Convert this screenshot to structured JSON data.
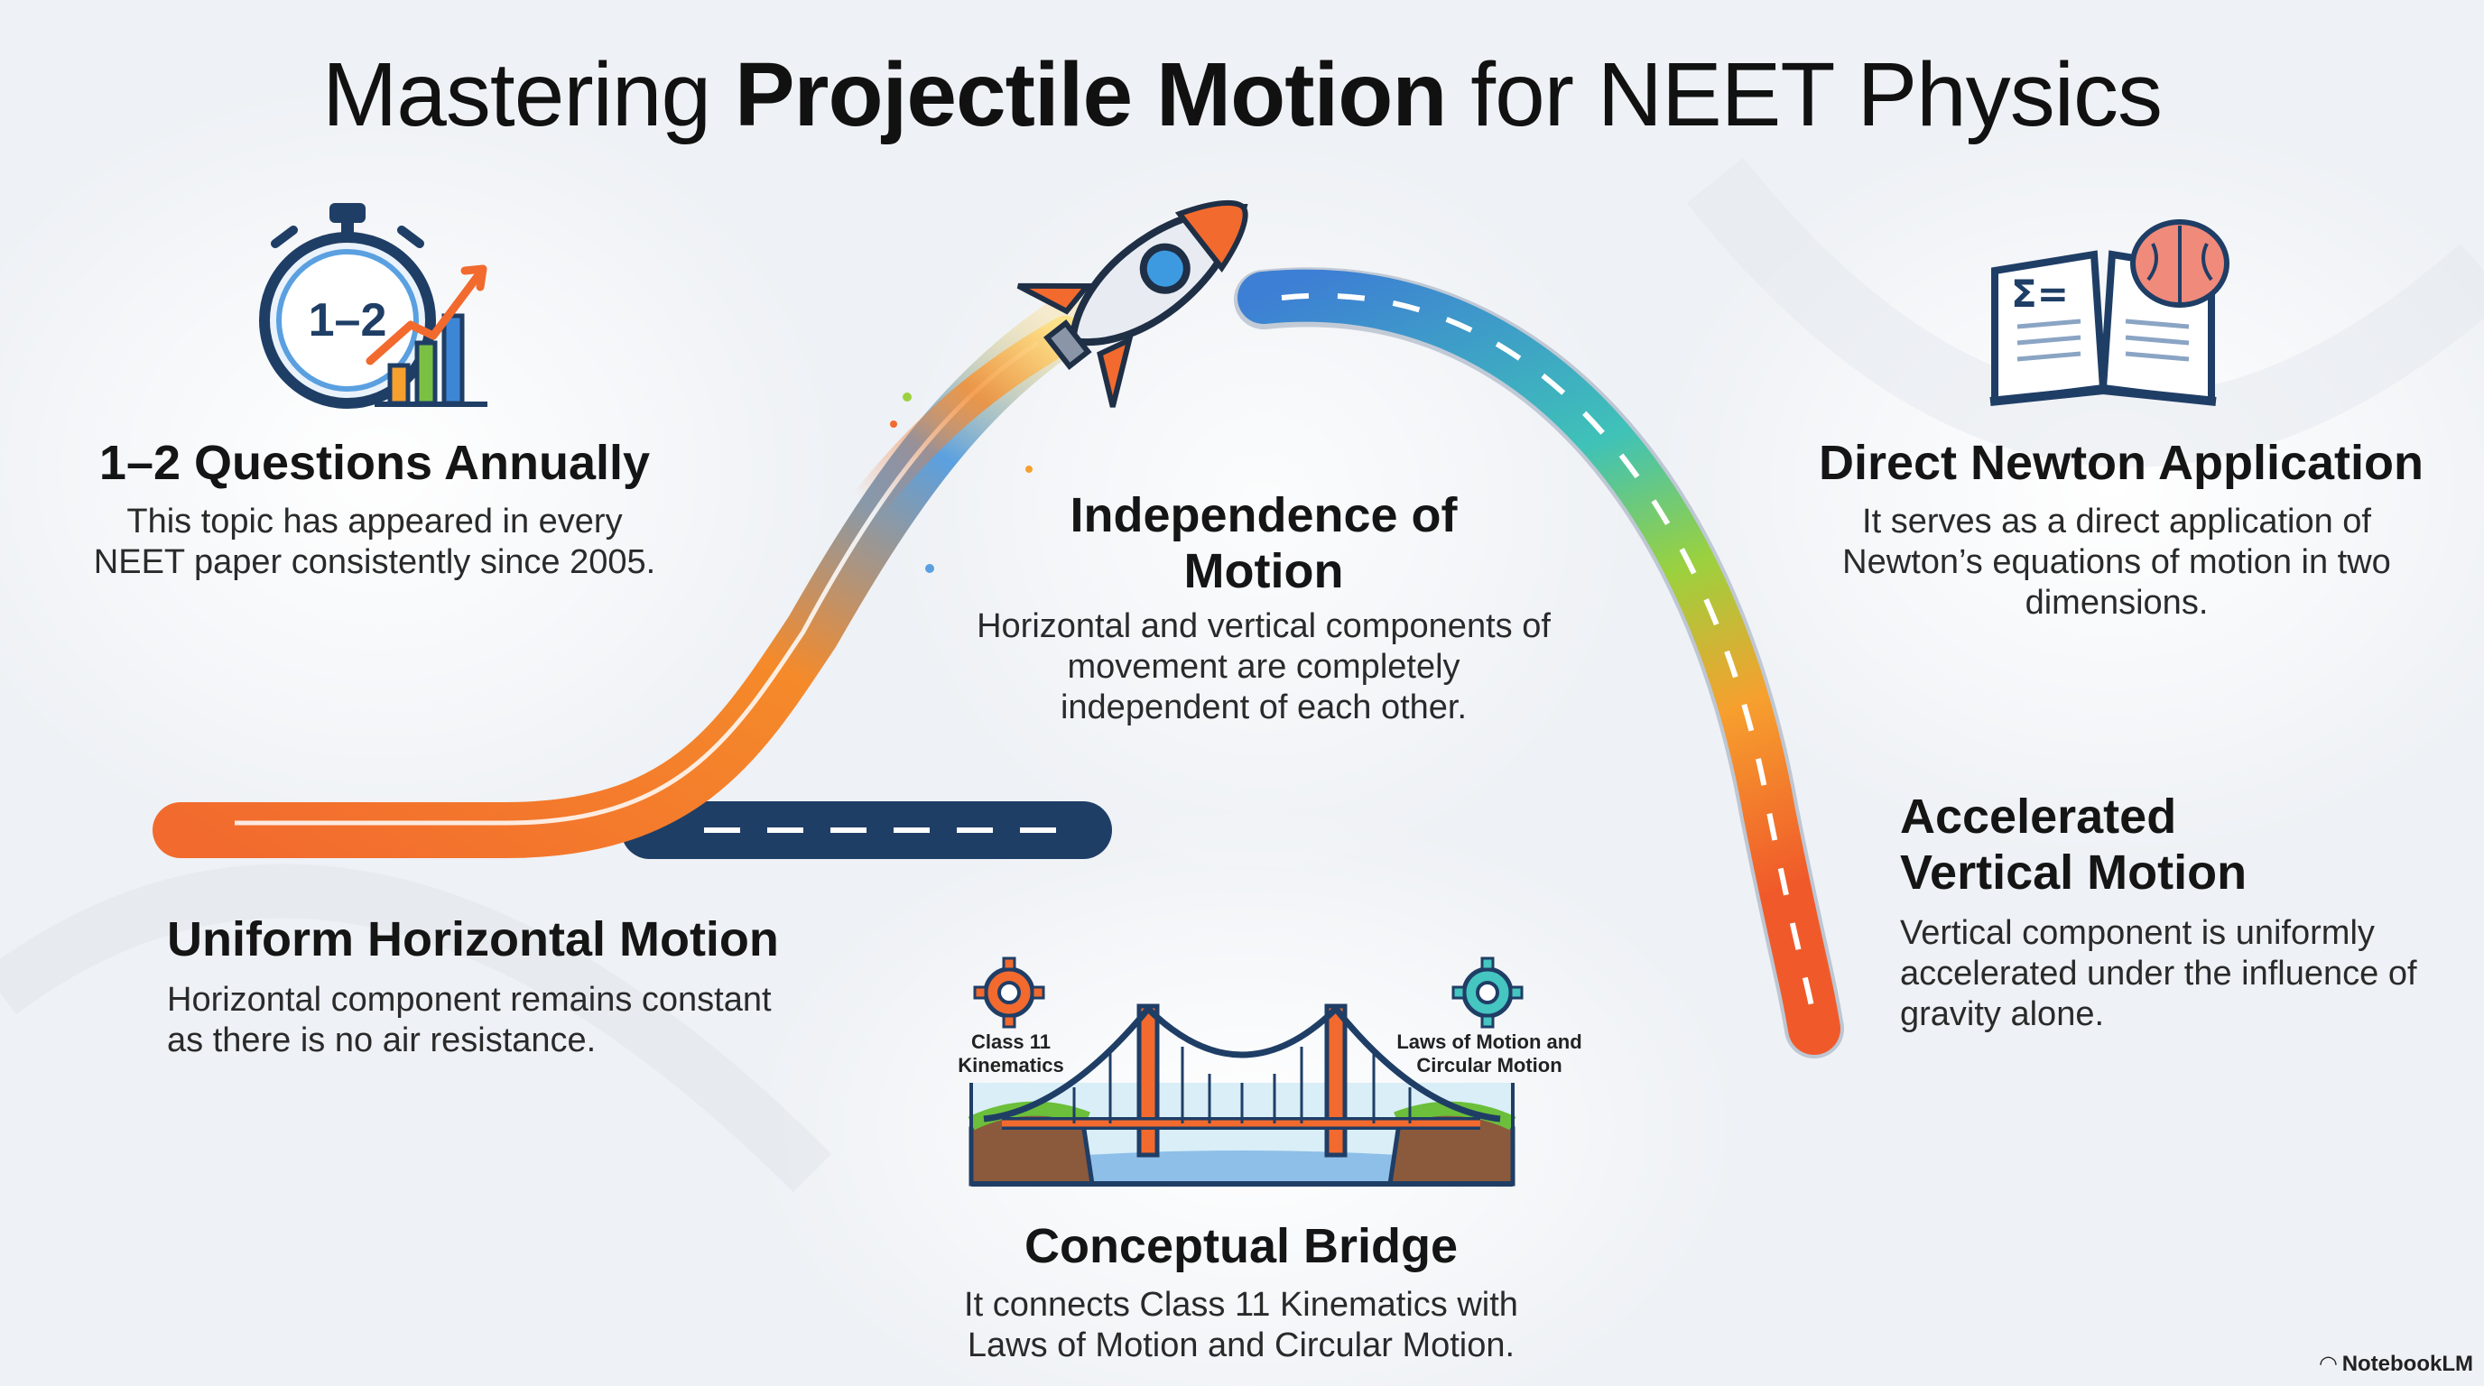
{
  "title": {
    "prefix": "Mastering",
    "bold": "Projectile Motion",
    "suffix": "for NEET Physics"
  },
  "sections": {
    "questions": {
      "icon": "stopwatch-chart-icon",
      "icon_text": "1–2",
      "heading": "1–2 Questions Annually",
      "body": "This topic has appeared in every NEET paper consistently since 2005."
    },
    "independence": {
      "heading": "Independence of Motion",
      "body": "Horizontal and vertical components of movement are completely independent of each other."
    },
    "newton": {
      "icon": "book-brain-icon",
      "heading": "Direct Newton Application",
      "body": "It serves as a direct application of Newton’s equations of motion in two dimensions."
    },
    "uniform": {
      "heading": "Uniform Horizontal Motion",
      "body": "Horizontal component remains constant as there is no air resistance."
    },
    "accelerated": {
      "heading": "Accelerated Vertical Motion",
      "body": "Vertical component is uniformly accelerated under the influence of gravity alone."
    },
    "bridge": {
      "icon": "bridge-icon",
      "left_label": "Class 11 Kinematics",
      "right_label": "Laws of Motion and Circular Motion",
      "heading": "Conceptual Bridge",
      "body": "It connects Class 11 Kinematics with Laws of Motion and Circular Motion."
    }
  },
  "brand": "NotebookLM",
  "colors": {
    "orange": "#f26a2e",
    "blue": "#3d86d6",
    "teal": "#45c6c0",
    "green": "#7ac143",
    "navy": "#1f3e66"
  }
}
